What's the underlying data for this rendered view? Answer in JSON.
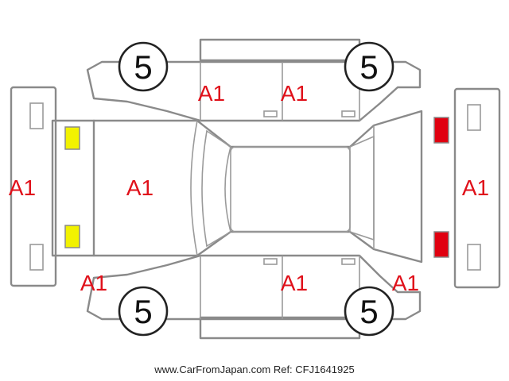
{
  "wheels": {
    "front_left": "5",
    "front_right": "5",
    "rear_left": "5",
    "rear_right": "5"
  },
  "damage_codes": {
    "left_bumper": "A1",
    "hood": "A1",
    "front_left_door_top": "A1",
    "rear_left_door_top": "A1",
    "right_bumper": "A1",
    "front_left_fender_bottom": "A1",
    "door_bottom": "A1",
    "rear_right_fender_bottom": "A1"
  },
  "colors": {
    "outline": "#8a8a8a",
    "code_text": "#e0101a",
    "headlight": "#f2f200",
    "taillight": "#e00010"
  },
  "footer": {
    "site": "www.CarFromJapan.com",
    "ref": "Ref: CFJ1641925"
  }
}
